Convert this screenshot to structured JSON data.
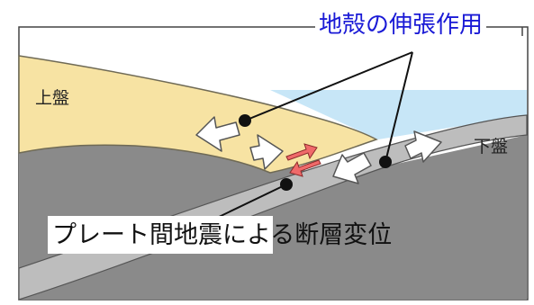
{
  "title": "地殻の伸張作用",
  "labels": {
    "upper_plate": "上盤",
    "lower_plate": "下盤",
    "caption": "プレート間地震による断層変位"
  },
  "colors": {
    "title_text": "#1a1ad6",
    "upper_plate": "#f7e3a3",
    "sea": "#c7e6f7",
    "plate_dark": "#8a8a8a",
    "plate_light": "#bdbdbd",
    "arrow_red": "#f06a6a",
    "arrow_white": "#ffffff",
    "pointer": "#111111"
  }
}
